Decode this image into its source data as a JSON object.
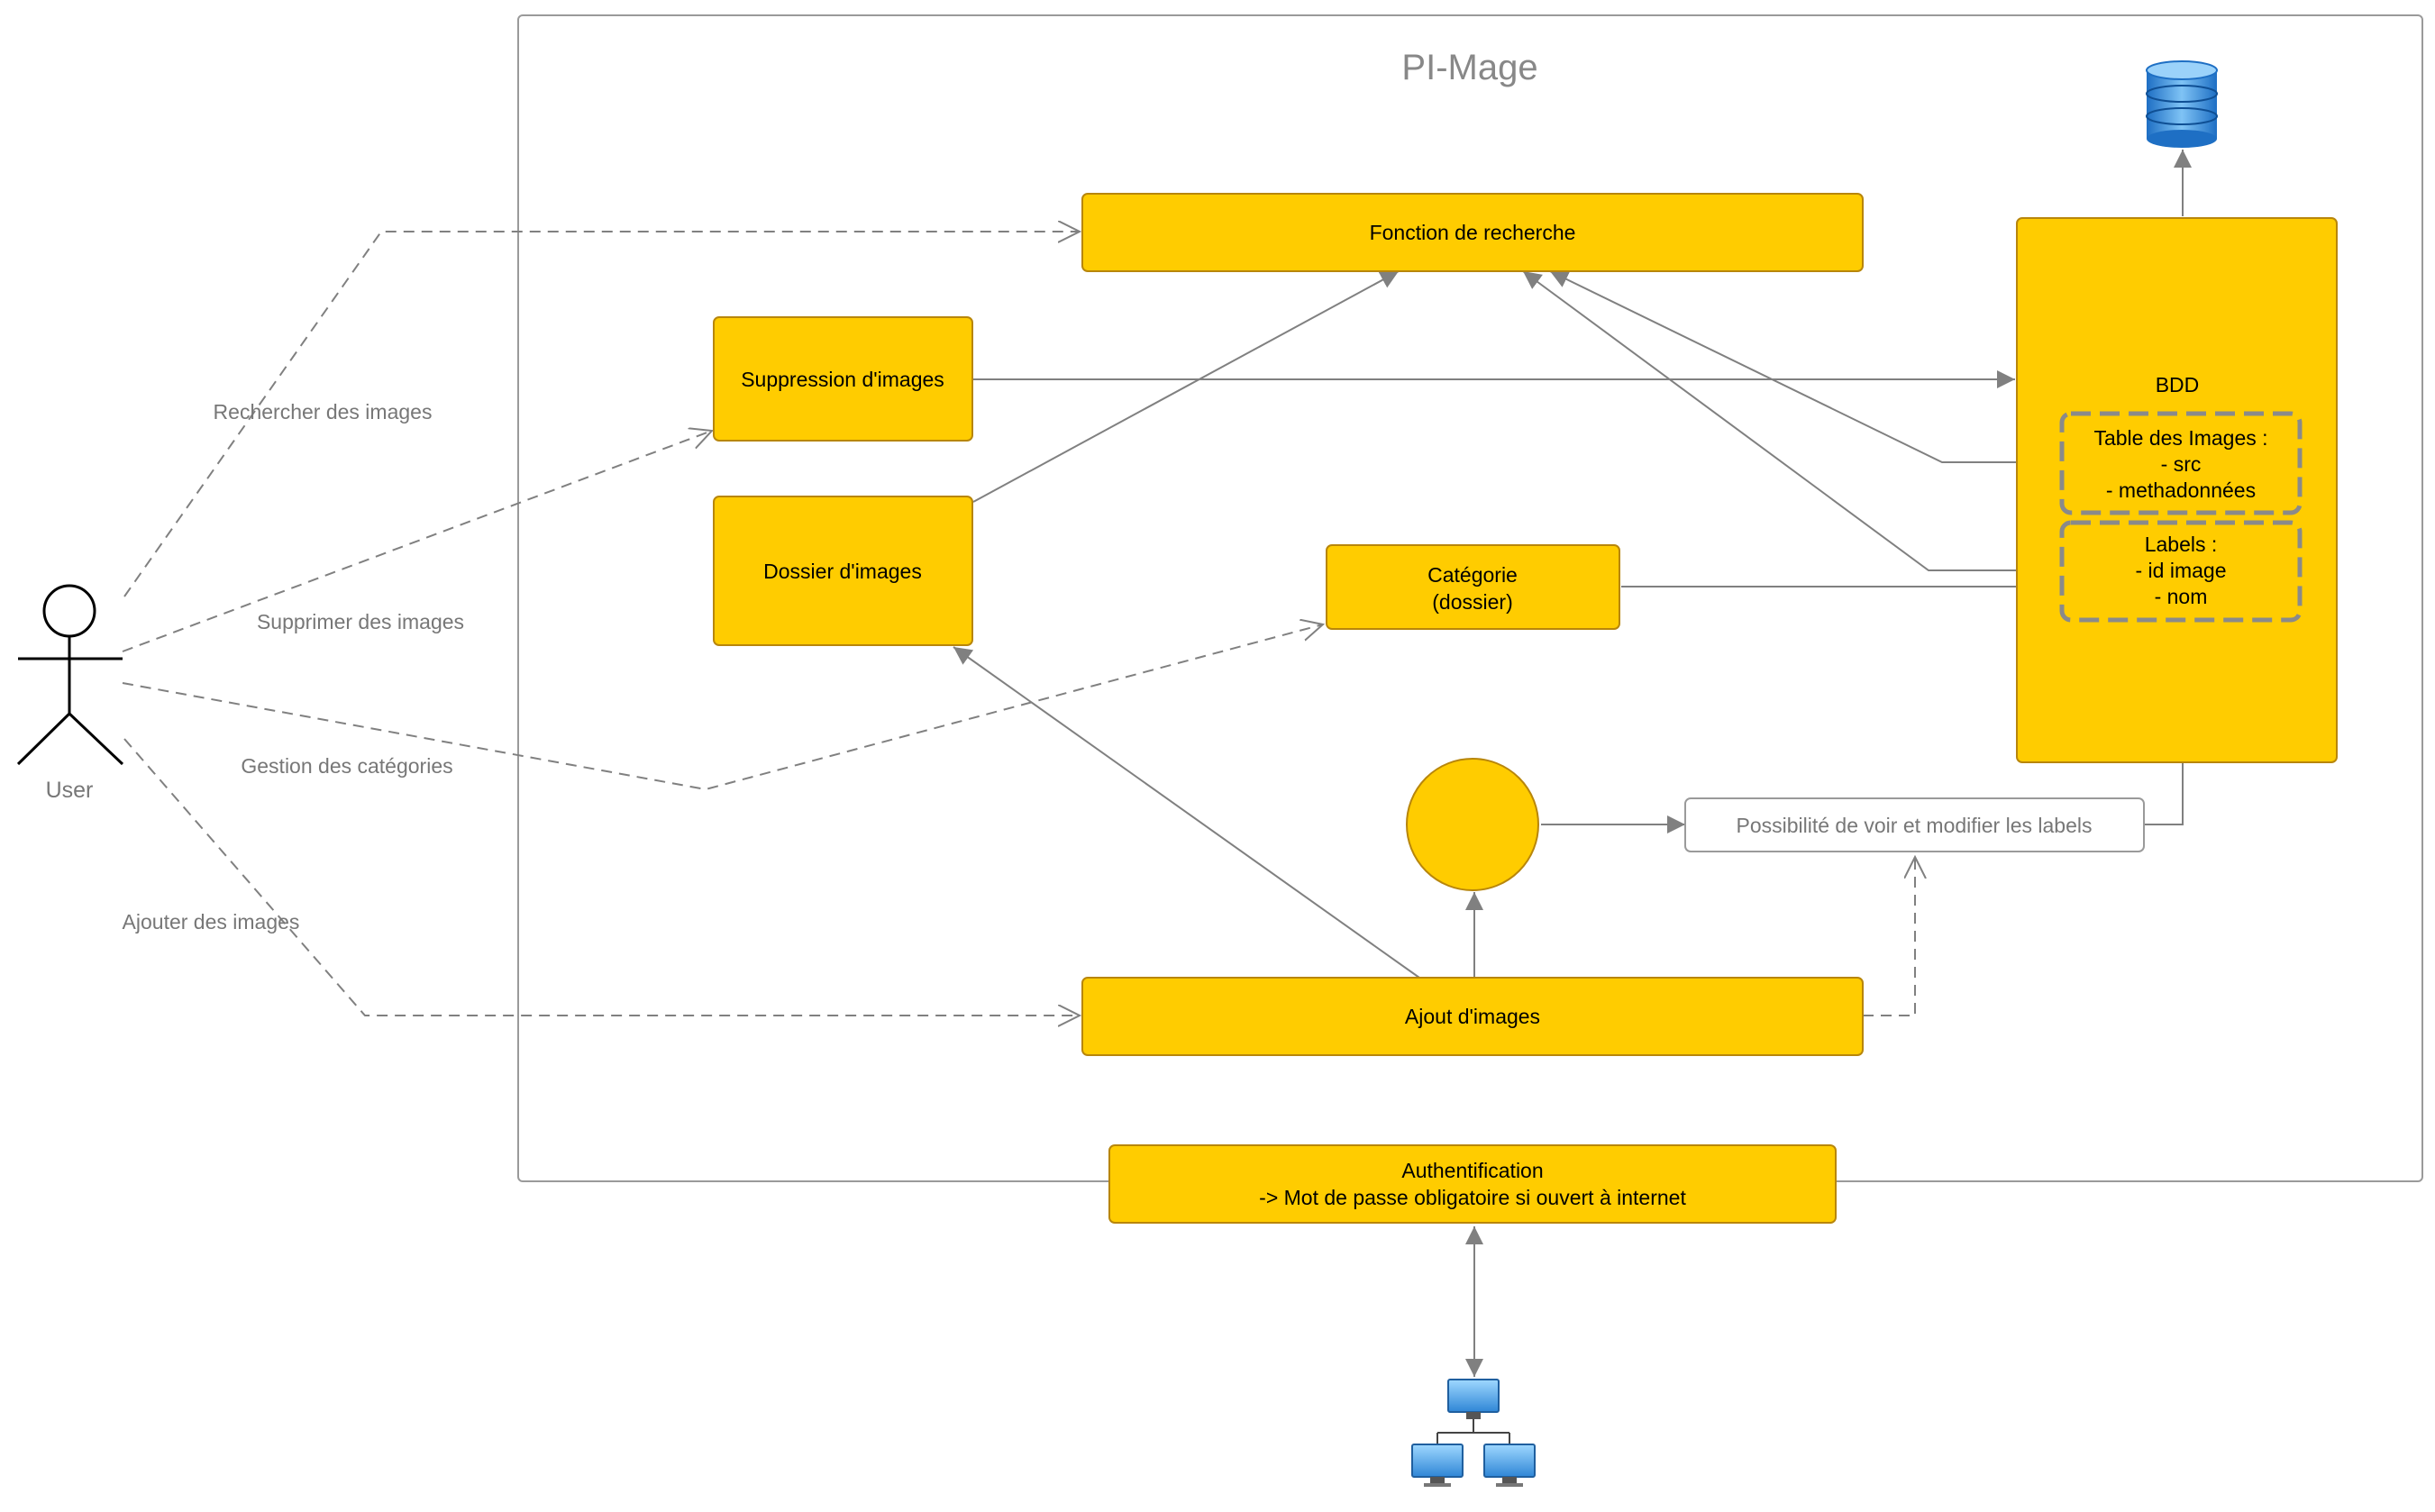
{
  "diagram": {
    "title": "PI-Mage",
    "actor": {
      "label": "User"
    },
    "nodes": {
      "recherche": "Fonction de recherche",
      "suppression": "Suppression d'images",
      "dossier": "Dossier d'images",
      "categorie_line1": "Catégorie",
      "categorie_line2": "(dossier)",
      "bdd": "BDD",
      "table_images_line1": "Table des Images :",
      "table_images_line2": "- src",
      "table_images_line3": "- methadonnées",
      "labels_line1": "Labels :",
      "labels_line2": "- id image",
      "labels_line3": "- nom",
      "ajout": "Ajout d'images",
      "possibilite": "Possibilité de voir et modifier les labels",
      "auth_line1": "Authentification",
      "auth_line2": "-> Mot de passe obligatoire si ouvert à internet"
    },
    "edge_labels": {
      "rechercher": "Rechercher des images",
      "supprimer": "Supprimer des images",
      "gestion": "Gestion des catégories",
      "ajouter": "Ajouter des images"
    },
    "icons": {
      "database": "database-icon",
      "network": "network-icon"
    },
    "colors": {
      "box_fill": "#FFCC00",
      "box_stroke": "#B8860B",
      "line": "#808080",
      "frame": "#9a9a9a"
    }
  }
}
